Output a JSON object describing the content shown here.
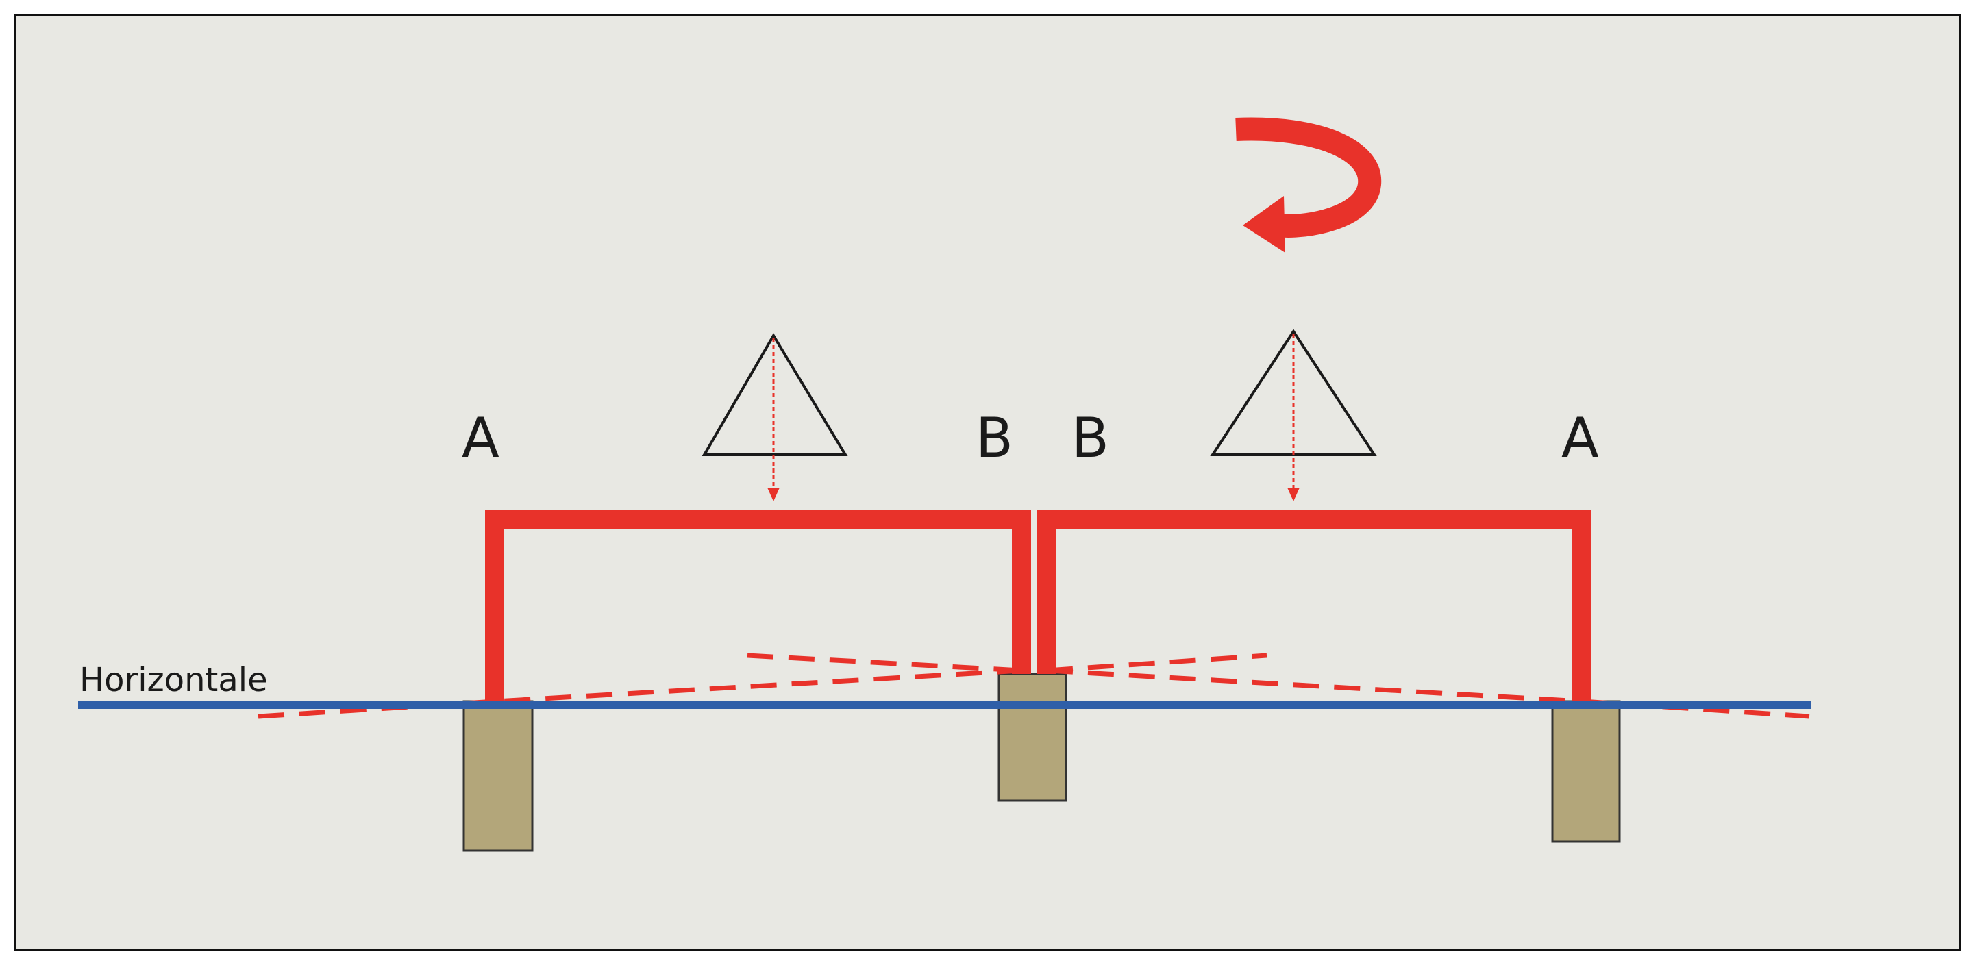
{
  "labels": {
    "left_end": "A",
    "left_center": "B",
    "right_center": "B",
    "right_end": "A",
    "horizontal": "Horizontale"
  },
  "colors": {
    "frame_red": "#e8322a",
    "horizontal_blue": "#2f5fa8",
    "foundation": "#b3a67a",
    "background": "#e8e8e3",
    "ink": "#1a1a1a"
  },
  "icons": {
    "rotation": "curved-arrow-icon",
    "load": "load-triangle-icon"
  }
}
